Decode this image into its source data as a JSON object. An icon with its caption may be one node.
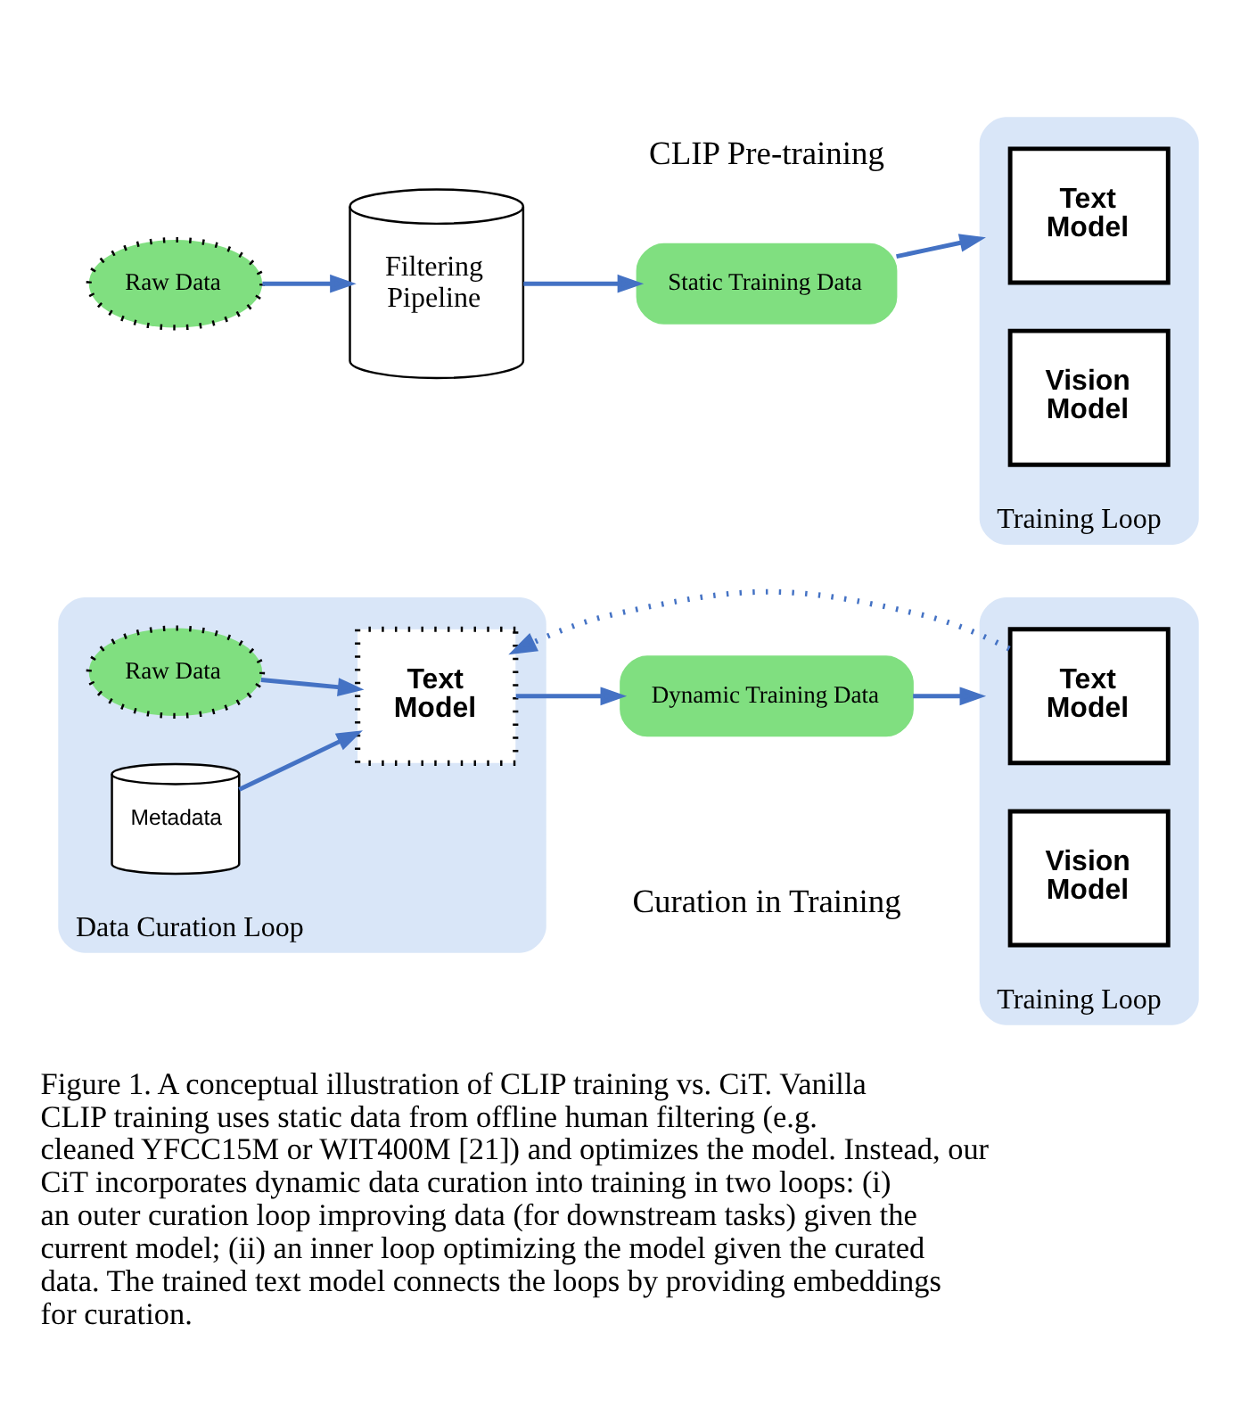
{
  "diagram": {
    "caption": "Figure 1. A conceptual illustration of CLIP training vs. CiT. Vanilla CLIP training uses static data from offline human filtering (e.g. cleaned YFCC15M or WIT400M [21]) and optimizes the model. Instead, our CiT incorporates dynamic data curation into training in two loops: (i) an outer curation loop improving data (for downstream tasks) given the current model; (ii) an inner loop optimizing the model given the curated data. The trained text model connects the loops by providing embeddings for curation.",
    "nodes": [
      {
        "text": [
          "Raw Data"
        ]
      },
      {
        "text": [
          "Filtering Pipeline"
        ]
      },
      {
        "text": [
          "Static Training Data"
        ]
      },
      {
        "text": [
          "Training Loop"
        ]
      },
      {
        "text": [
          "Text Model"
        ],
        "in": 3
      },
      {
        "text": [
          "Vision Model"
        ],
        "in": 3
      },
      {
        "text": [
          "Data Curation Loop"
        ]
      },
      {
        "text": [
          "Raw Data"
        ],
        "in": 6
      },
      {
        "text": [
          "Text Model"
        ],
        "in": 6
      },
      {
        "text": [
          "Metadata"
        ],
        "in": 6
      },
      {
        "text": [
          "Dynamic Training Data"
        ]
      },
      {
        "text": [
          "Training Loop"
        ]
      },
      {
        "text": [
          "Text Model"
        ],
        "in": 11
      },
      {
        "text": [
          "Vision Model"
        ],
        "in": 11
      }
    ],
    "edges": [
      {
        "from": 0,
        "to": 1,
        "arrow": "to"
      },
      {
        "from": 1,
        "to": 2,
        "arrow": "to"
      },
      {
        "from": 2,
        "to": 3,
        "arrow": "to"
      },
      {
        "from": 7,
        "to": 8,
        "arrow": "to"
      },
      {
        "from": 9,
        "to": 8,
        "arrow": "to"
      },
      {
        "from": 8,
        "to": 10,
        "arrow": "to"
      },
      {
        "from": 10,
        "to": 11,
        "arrow": "to"
      },
      {
        "from": 12,
        "to": 8,
        "arrow": "to",
        "style": "dashed"
      }
    ],
    "labels": [
      "CLIP Pre-training",
      "Curation in Training"
    ]
  }
}
